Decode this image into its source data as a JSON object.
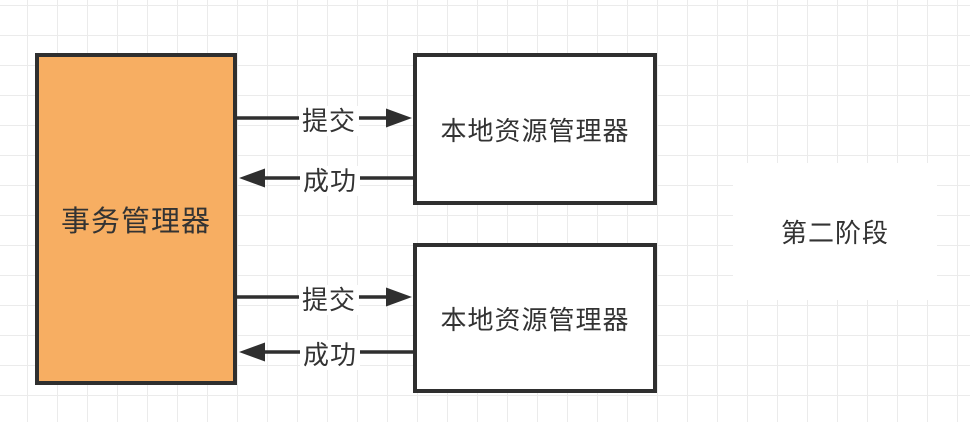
{
  "nodes": {
    "transaction_manager": {
      "label": "事务管理器",
      "fill": "#f7ae62"
    },
    "local_resource_manager_top": {
      "label": "本地资源管理器",
      "fill": "#ffffff"
    },
    "local_resource_manager_bottom": {
      "label": "本地资源管理器",
      "fill": "#ffffff"
    }
  },
  "edges": {
    "commit_top": {
      "label": "提交",
      "direction": "right"
    },
    "success_top": {
      "label": "成功",
      "direction": "left"
    },
    "commit_bottom": {
      "label": "提交",
      "direction": "right"
    },
    "success_bottom": {
      "label": "成功",
      "direction": "left"
    }
  },
  "annotations": {
    "phase": {
      "label": "第二阶段"
    }
  },
  "colors": {
    "stroke": "#2f2f2f",
    "text": "#333333",
    "grid": "#ebebeb",
    "orange_fill": "#f7ae62"
  }
}
